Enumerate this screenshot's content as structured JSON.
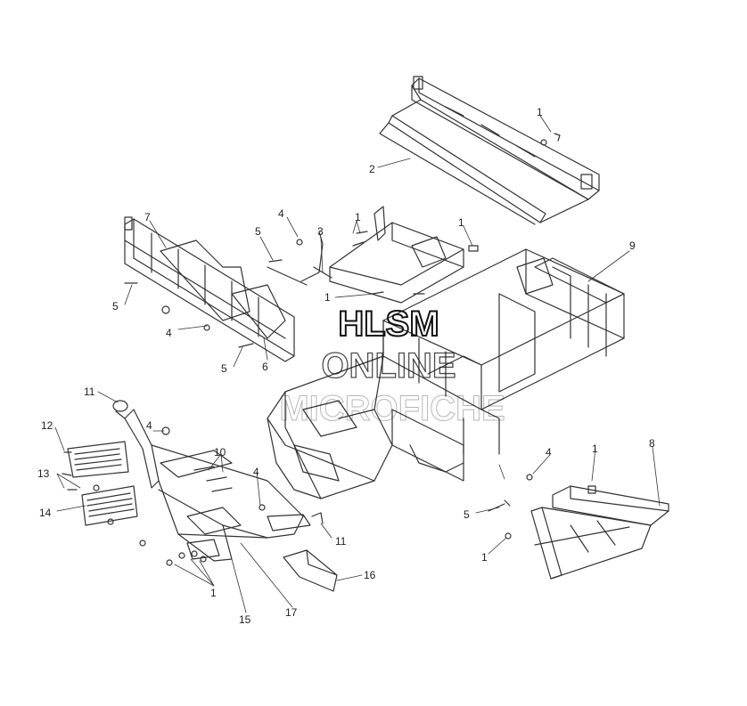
{
  "watermark": {
    "line1": "HLSM",
    "line2": "ONLINE",
    "line3": "MICROFICHE"
  },
  "callouts": {
    "c1": "1",
    "c2": "2",
    "c3": "3",
    "c4": "4",
    "c5": "5",
    "c6": "6",
    "c7": "7",
    "c8": "8",
    "c9": "9",
    "c10": "10",
    "c11": "11",
    "c12": "12",
    "c13": "13",
    "c14": "14",
    "c15": "15",
    "c16": "16",
    "c17": "17"
  },
  "colors": {
    "line": "#333333",
    "background": "#ffffff",
    "watermark": "#111111"
  }
}
